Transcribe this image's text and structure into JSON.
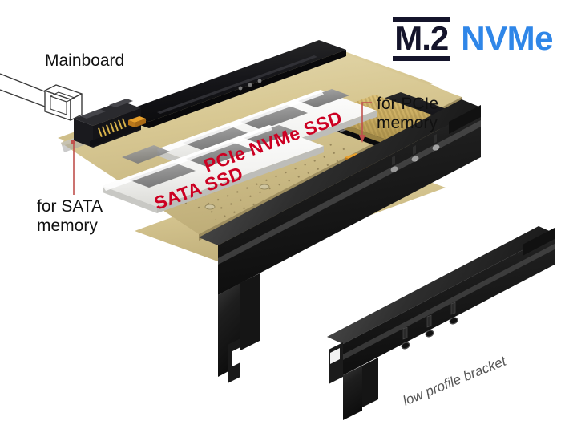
{
  "logo": {
    "m2_text": "M.2",
    "nvme_text": "NVMe",
    "m2_color": "#14142b",
    "nvme_color": "#2f86e8"
  },
  "callouts": {
    "mainboard": "Mainboard",
    "sata_line1": "for SATA",
    "sata_line2": "memory",
    "pcie_line1": "for PCIe",
    "pcie_line2": "memory",
    "leader_color": "#c0504d"
  },
  "board": {
    "ssd_nvme_label": "PCIe NVMe SSD",
    "ssd_sata_label": "SATA SSD",
    "ssd_label_color": "#cc0022",
    "pcb_color": "#cfc08a",
    "gold_finger_color": "#d4b463",
    "bracket_color": "#1c1c1c"
  },
  "brackets": {
    "low_profile_label": "low profile bracket"
  }
}
